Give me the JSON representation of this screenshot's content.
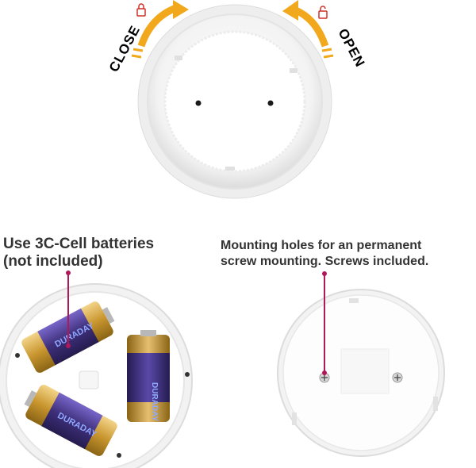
{
  "top": {
    "close_label": "CLOSE",
    "open_label": "OPEN",
    "lock_icon": "padlock-icon",
    "arrow_color": "#f2a81d"
  },
  "captions": {
    "batteries_line1": "Use 3C-Cell batteries",
    "batteries_line2": "(not included)",
    "mounting_line1": "Mounting holes for an permanent",
    "mounting_line2": "screw mounting. Screws included."
  },
  "battery_brand": "DURADAY",
  "colors": {
    "pointer": "#b0185a",
    "gold": "#c89a3a",
    "purple": "#3a2b8a"
  }
}
